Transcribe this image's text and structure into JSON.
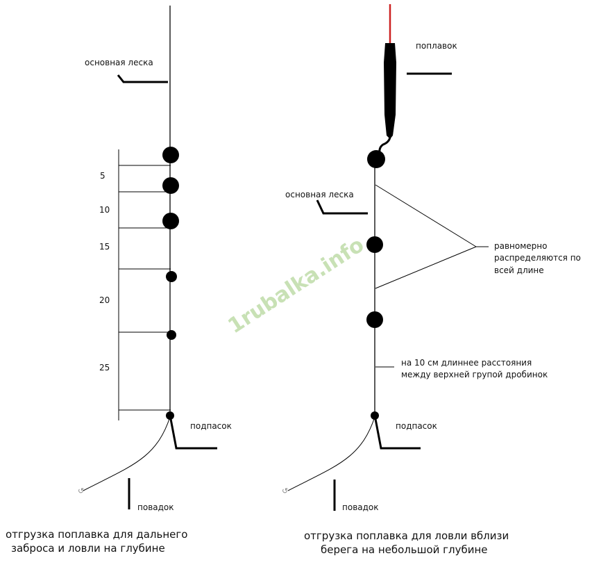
{
  "left": {
    "main_line_label": "основная леска",
    "depth_marks": [
      "5",
      "10",
      "15",
      "20",
      "25"
    ],
    "podpasok_label": "подпасок",
    "povadok_label": "повадок",
    "caption_line1": "отгрузка поплавка для дальнего",
    "caption_line2": "заброса и ловли на глубине"
  },
  "right": {
    "float_label": "поплавок",
    "main_line_label": "основная леска",
    "distribution_label_1": "равномерно",
    "distribution_label_2": "распределяются по",
    "distribution_label_3": "всей длине",
    "distance_note_1": "на 10 см длиннее расстояния",
    "distance_note_2": "между верхней групой дробинок",
    "podpasok_label": "подпасок",
    "povadok_label": "повадок",
    "caption_line1": "отгрузка поплавка для ловли вблизи",
    "caption_line2": "берега на небольшой глубине"
  },
  "watermark": "1rubalka.info",
  "colors": {
    "line": "#000000",
    "float_tip": "#cc2020",
    "watermark": "#9cc97a"
  }
}
